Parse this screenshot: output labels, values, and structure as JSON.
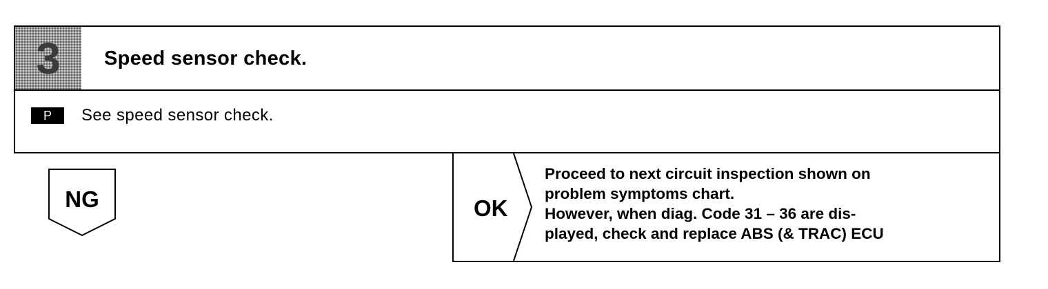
{
  "step": {
    "number": "3",
    "title": "Speed sensor check.",
    "badge": "P",
    "instruction": "See speed sensor check."
  },
  "ng": {
    "label": "NG"
  },
  "ok": {
    "label": "OK",
    "lines": [
      "Proceed to next circuit inspection shown on",
      "problem symptoms chart.",
      "However, when diag. Code 31 – 36 are dis-",
      "played, check and replace ABS (& TRAC) ECU"
    ]
  }
}
